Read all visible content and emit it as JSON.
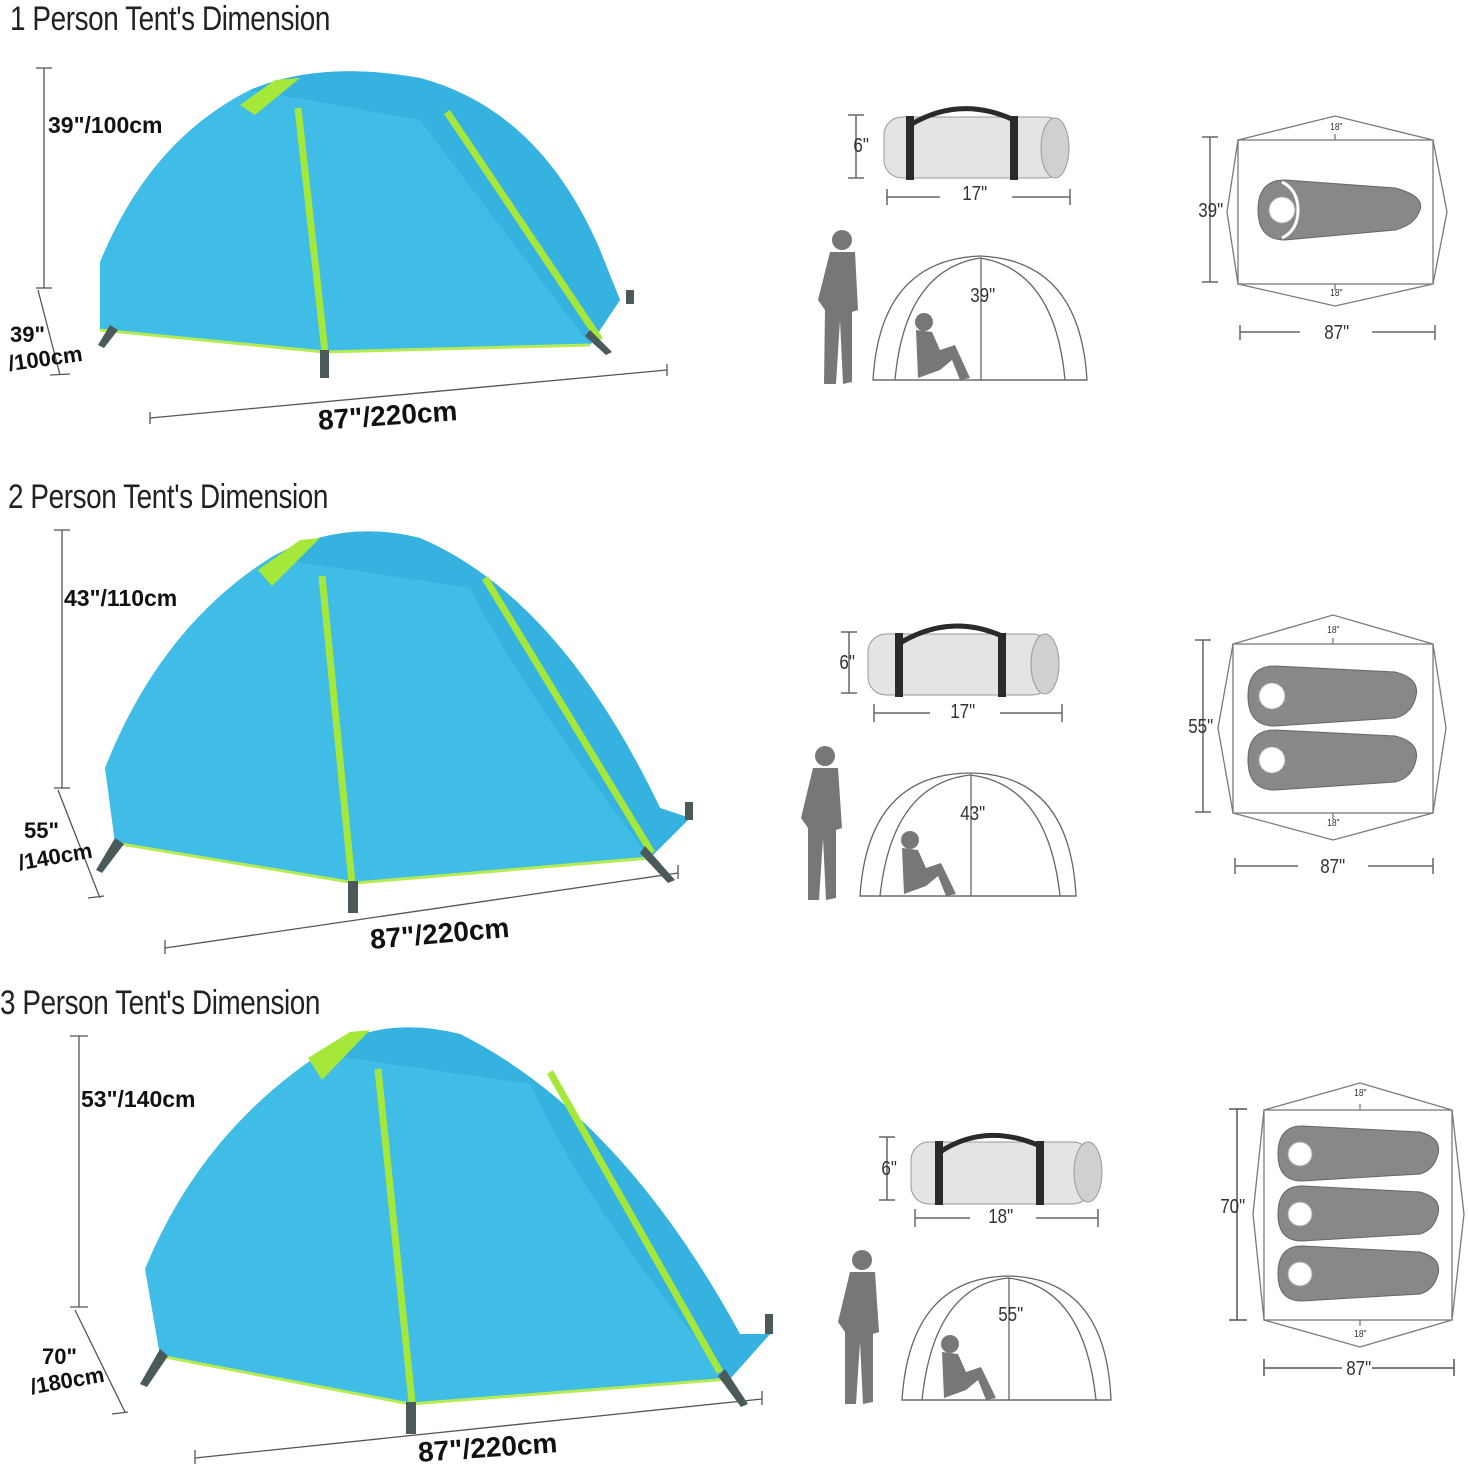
{
  "colors": {
    "tent_blue": "#3fbde6",
    "tent_blue_dark": "#2aa6d6",
    "pole_green": "#a6e83a",
    "line_gray": "#555555",
    "diagram_gray": "#7a7a7a",
    "bag_fill": "#e6e6e6"
  },
  "sections": [
    {
      "title": "1 Person Tent's Dimension",
      "photo": {
        "height_label": "39\"/100cm",
        "depth_label_line1": "39\"",
        "depth_label_line2": "/100cm",
        "length_label": "87\"/220cm"
      },
      "packed": {
        "height": "6\"",
        "length": "17\""
      },
      "side_view": {
        "height": "39\""
      },
      "floor_plan": {
        "width": "39\"",
        "length": "87\"",
        "vestibule_top": "18\"",
        "vestibule_bottom": "18\"",
        "sleeping_bags": 1
      }
    },
    {
      "title": "2 Person Tent's Dimension",
      "photo": {
        "height_label": "43\"/110cm",
        "depth_label_line1": "55\"",
        "depth_label_line2": "/140cm",
        "length_label": "87\"/220cm"
      },
      "packed": {
        "height": "6\"",
        "length": "17\""
      },
      "side_view": {
        "height": "43\""
      },
      "floor_plan": {
        "width": "55\"",
        "length": "87\"",
        "vestibule_top": "18\"",
        "vestibule_bottom": "18\"",
        "sleeping_bags": 2
      }
    },
    {
      "title": "3 Person Tent's Dimension",
      "photo": {
        "height_label": "53\"/140cm",
        "depth_label_line1": "70\"",
        "depth_label_line2": "/180cm",
        "length_label": "87\"/220cm"
      },
      "packed": {
        "height": "6\"",
        "length": "18\""
      },
      "side_view": {
        "height": "55\""
      },
      "floor_plan": {
        "width": "70\"",
        "length": "87\"",
        "vestibule_top": "18\"",
        "vestibule_bottom": "18\"",
        "sleeping_bags": 3
      }
    }
  ]
}
